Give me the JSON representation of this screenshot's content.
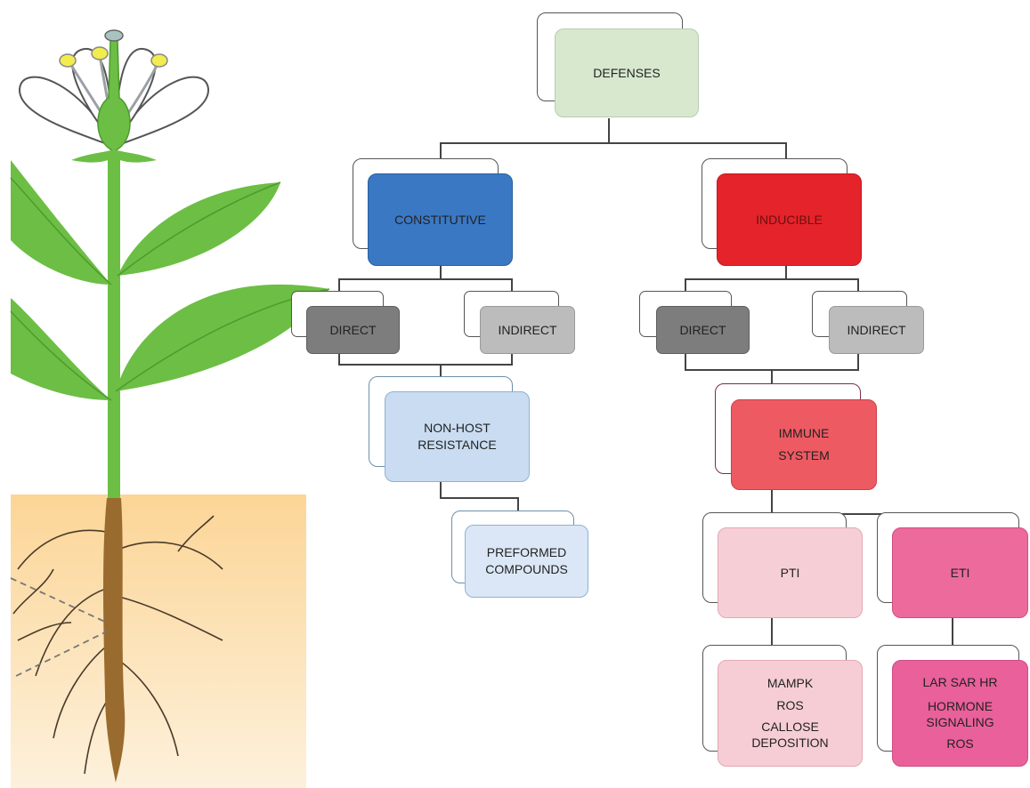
{
  "nodes": {
    "defenses": {
      "lines": [
        "DEFENSES"
      ]
    },
    "constitutive": {
      "lines": [
        "CONSTITUTIVE"
      ]
    },
    "inducible": {
      "lines": [
        "INDUCIBLE"
      ]
    },
    "const_direct": {
      "lines": [
        "DIRECT"
      ]
    },
    "const_indirect": {
      "lines": [
        "INDIRECT"
      ]
    },
    "ind_direct": {
      "lines": [
        "DIRECT"
      ]
    },
    "ind_indirect": {
      "lines": [
        "INDIRECT"
      ]
    },
    "nonhost": {
      "lines": [
        "NON-HOST",
        "RESISTANCE"
      ]
    },
    "preformed": {
      "lines": [
        "PREFORMED",
        "COMPOUNDS"
      ]
    },
    "immune": {
      "lines": [
        "IMMUNE",
        "SYSTEM"
      ]
    },
    "pti": {
      "lines": [
        "PTI"
      ]
    },
    "eti": {
      "lines": [
        "ETI"
      ]
    },
    "pti_detail": {
      "lines": [
        "MAMPK",
        "ROS",
        "CALLOSE",
        "DEPOSITION"
      ]
    },
    "eti_detail": {
      "lines": [
        "LAR SAR HR",
        "HORMONE",
        "SIGNALING",
        "ROS"
      ]
    }
  },
  "colors": {
    "defenses": "#d7e8cf",
    "constitutive": "#3a78c4",
    "inducible": "#e5232b",
    "direct": "#7d7d7d",
    "indirect": "#bcbcbc",
    "nonhost": "#c9dcf1",
    "preformed": "#dbe7f6",
    "immune": "#ee5a62",
    "pti": "#f6cfd6",
    "eti": "#ec6a9c",
    "pti_detail": "#f6cdd4",
    "eti_detail": "#e9609a",
    "plant_green": "#6cbe45",
    "soil": "#fbd79a",
    "root": "#9a6b2e"
  }
}
